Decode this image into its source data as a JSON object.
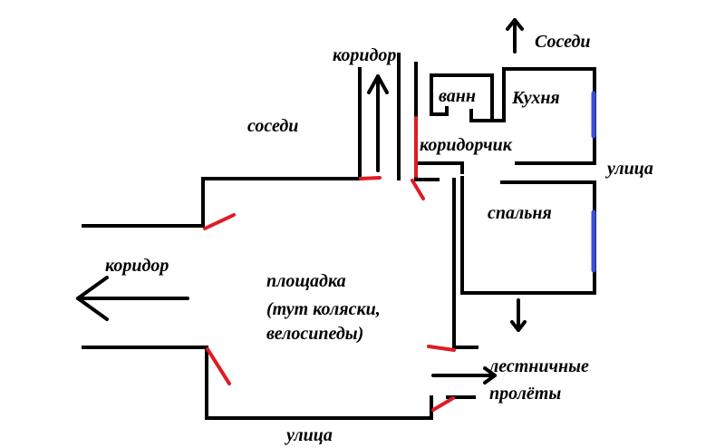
{
  "labels": {
    "koridor_top": "коридор",
    "sosedi_left": "соседи",
    "sosedi_top": "Соседи",
    "vann": "ванн",
    "kukhnya": "Кухня",
    "koridorchik": "коридорчик",
    "ulitsa_right": "улица",
    "spalnya": "спальня",
    "koridor_left": "коридор",
    "ploshchadka_1": "площадка",
    "ploshchadka_2": "(тут коляски,",
    "ploshchadka_3": "велосипеды)",
    "lestnichnye_1": "лестничные",
    "lestnichnye_2": "пролёты",
    "ulitsa_bottom": "улица"
  },
  "colors": {
    "walls": "#000000",
    "doors": "#e01b24",
    "windows": "#3b4fd8",
    "background": "#ffffff"
  }
}
